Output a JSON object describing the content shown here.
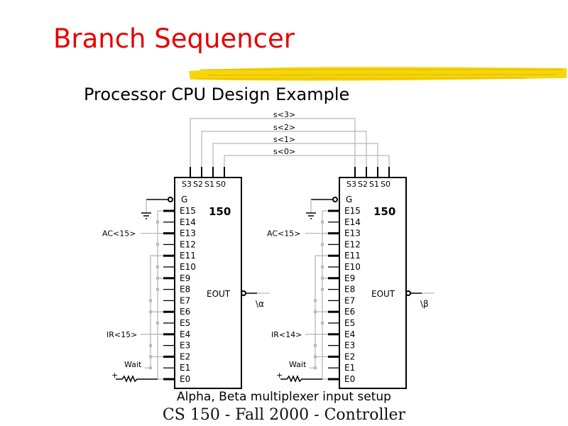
{
  "slide": {
    "title": "Branch Sequencer",
    "subtitle": "Processor CPU Design Example",
    "caption": "Alpha, Beta multiplexer input setup",
    "footer": "CS 150 - Fall 2000 - Controller",
    "accent_color": "#e60000",
    "brush_color": "#f5d60a"
  },
  "diagram": {
    "select_bus": [
      "s<3>",
      "s<2>",
      "s<1>",
      "s<0>"
    ],
    "chips": [
      {
        "part": "150",
        "select_pins": [
          "S3",
          "S2",
          "S1",
          "S0"
        ],
        "enable_pin": "G",
        "data_pins": [
          "E15",
          "E14",
          "E13",
          "E12",
          "E11",
          "E10",
          "E9",
          "E8",
          "E7",
          "E6",
          "E5",
          "E4",
          "E3",
          "E2",
          "E1",
          "E0"
        ],
        "output_pin": "EOUT",
        "output_signal": "\\α",
        "input_ac": "AC<15>",
        "input_ir": "IR<15>",
        "input_wait": "Wait",
        "pullup": "+"
      },
      {
        "part": "150",
        "select_pins": [
          "S3",
          "S2",
          "S1",
          "S0"
        ],
        "enable_pin": "G",
        "data_pins": [
          "E15",
          "E14",
          "E13",
          "E12",
          "E11",
          "E10",
          "E9",
          "E8",
          "E7",
          "E6",
          "E5",
          "E4",
          "E3",
          "E2",
          "E1",
          "E0"
        ],
        "output_pin": "EOUT",
        "output_signal": "\\β",
        "input_ac": "AC<15>",
        "input_ir": "IR<14>",
        "input_wait": "Wait",
        "pullup": "+"
      }
    ]
  }
}
